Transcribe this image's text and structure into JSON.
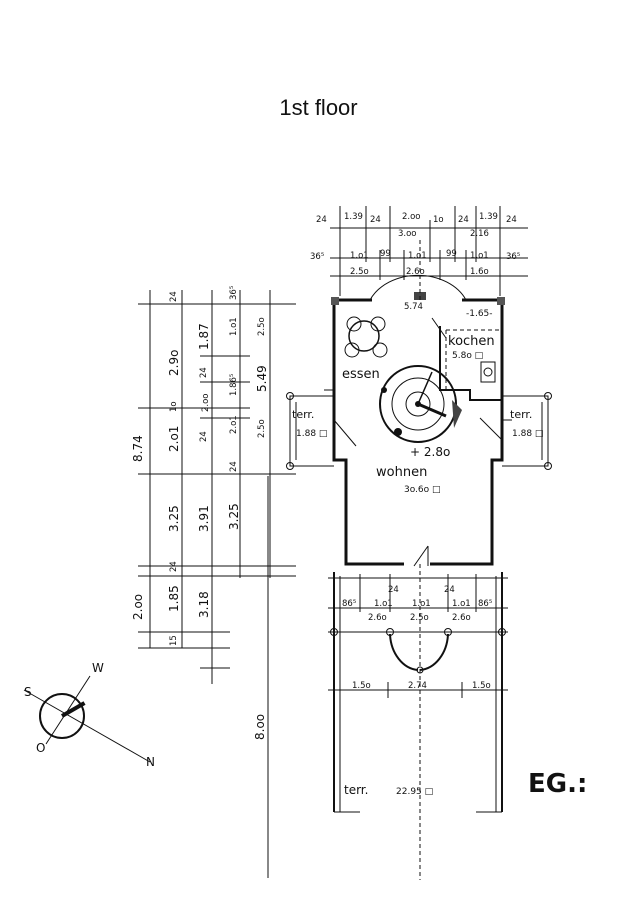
{
  "title": "1st floor",
  "plan_label": "EG.:",
  "rooms": {
    "essen": "essen",
    "kochen": "kochen",
    "kochen_area": "5.8o □",
    "wohnen": "wohnen",
    "wohnen_area": "3o.6o □",
    "level": "+ 2.8o",
    "terr_left": "terr.",
    "terr_left_area": "1.88 □",
    "terr_right": "terr.",
    "terr_right_area": "1.88 □",
    "terr_bottom": "terr.",
    "terr_bottom_area": "22.95 □"
  },
  "compass": {
    "s": "S",
    "w": "W",
    "o": "O",
    "n": "N"
  },
  "dims_top_row1": [
    "24",
    "1.39",
    "24",
    "2.oo",
    "1o",
    "24",
    "1.39",
    "24"
  ],
  "dims_top_row1b": [
    "3.oo",
    "2.16"
  ],
  "dims_top_row2": [
    "36⁵",
    "1.o1",
    "99",
    "1.o1",
    "99",
    "1.o1",
    "36⁵"
  ],
  "dims_top_row3": [
    "2.5o",
    "2.6o",
    "5.74",
    "1.6o"
  ],
  "dims_mid_row": [
    "86⁵",
    "1.o1",
    "1.o1",
    "1.o1",
    "86⁵",
    "24",
    "24"
  ],
  "dims_mid_row2": [
    "2.6o",
    "2.5o",
    "2.6o"
  ],
  "dims_low_row": [
    "1.5o",
    "2.74",
    "1.5o"
  ],
  "dims_left_col1": [
    "8.74"
  ],
  "dims_left_col2": [
    "24",
    "2.9o",
    "1o",
    "2.o1",
    "3.25",
    "24",
    "1.85",
    "15"
  ],
  "dims_left_col3": [
    "1.87",
    "24",
    "2.oo",
    "24",
    "3.91",
    "3.18"
  ],
  "dims_left_col4": [
    "36⁵",
    "1.o1",
    "1.86⁵",
    "2.o1",
    "24",
    "3.25"
  ],
  "dims_left_col5": [
    "2.5o",
    "5.49",
    "2.5o"
  ],
  "dims_far_left": [
    "2.oo"
  ],
  "dims_long": [
    "8.oo"
  ],
  "dims_small": [
    "-1.65-"
  ]
}
